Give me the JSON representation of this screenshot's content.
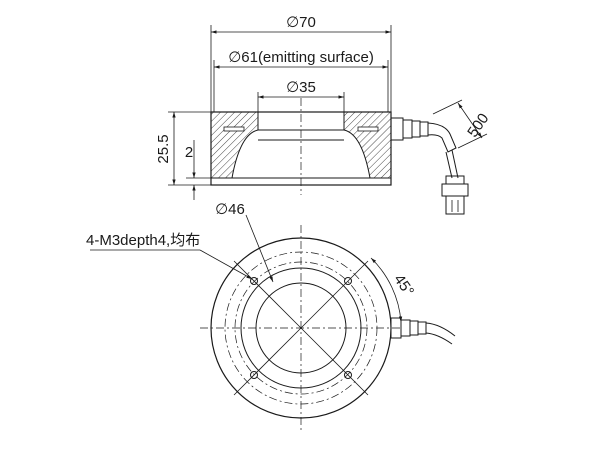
{
  "dimensions": {
    "outer_diameter": "∅70",
    "emitting_surface": "∅61(emitting surface)",
    "inner_diameter": "∅35",
    "height": "25.5",
    "base_step": "2",
    "cable_length": "500",
    "bolt_circle": "∅46",
    "bolt_holes": "4-M3depth4,均布",
    "angle": "45°"
  },
  "colors": {
    "line": "#1a1a1a",
    "background": "#ffffff"
  }
}
